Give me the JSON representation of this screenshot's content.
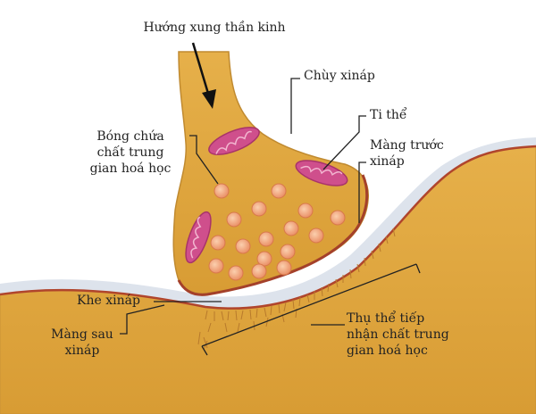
{
  "labels": {
    "impulse_direction": "Hướng xung thần kinh",
    "synaptic_knob": "Chùy xináp",
    "mitochondrion": "Ti thể",
    "vesicle_line1": "Bóng chứa",
    "vesicle_line2": "chất trung",
    "vesicle_line3": "gian hoá học",
    "presynaptic_line1": "Màng trước",
    "presynaptic_line2": "xináp",
    "synaptic_cleft": "Khe xináp",
    "postsynaptic_line1": "Màng sau",
    "postsynaptic_line2": "xináp",
    "receptor_line1": "Thụ thể tiếp",
    "receptor_line2": "nhận chất trung",
    "receptor_line3": "gian hoá học"
  },
  "colors": {
    "neuron_fill": "#e1a83c",
    "neuron_edge": "#b9842a",
    "membrane": "#b0452c",
    "cleft": "#dbe2ec",
    "mitochondrion": "#cf4f8c",
    "vesicle": "#f0a57e"
  }
}
